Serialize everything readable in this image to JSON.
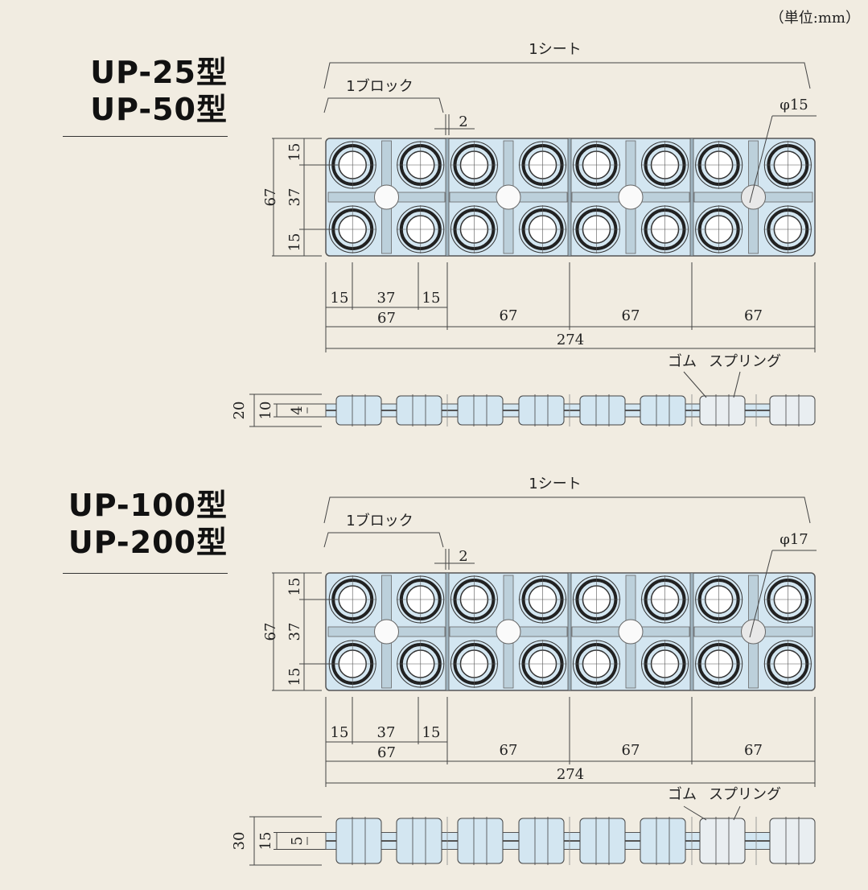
{
  "unit_label": "（単位:mm）",
  "colors": {
    "background": "#f1ece1",
    "block_fill": "#d3e6f1",
    "line": "#333333"
  },
  "sections": [
    {
      "titles": [
        "UP-25型",
        "UP-50型"
      ],
      "sheet_label": "1シート",
      "block_label": "1ブロック",
      "gap_label": "2",
      "hole_label": "φ15",
      "height_dims": {
        "total": "67",
        "top": "15",
        "middle": "37",
        "bottom": "15"
      },
      "width_dims": {
        "left": "15",
        "middle": "37",
        "right": "15",
        "blocks": [
          "67",
          "67",
          "67",
          "67"
        ],
        "total": "274"
      },
      "side_labels": {
        "rubber": "ゴム",
        "spring": "スプリング"
      },
      "side_dims": [
        "20",
        "10",
        "4"
      ]
    },
    {
      "titles": [
        "UP-100型",
        "UP-200型"
      ],
      "sheet_label": "1シート",
      "block_label": "1ブロック",
      "gap_label": "2",
      "hole_label": "φ17",
      "height_dims": {
        "total": "67",
        "top": "15",
        "middle": "37",
        "bottom": "15"
      },
      "width_dims": {
        "left": "15",
        "middle": "37",
        "right": "15",
        "blocks": [
          "67",
          "67",
          "67",
          "67"
        ],
        "total": "274"
      },
      "side_labels": {
        "rubber": "ゴム",
        "spring": "スプリング"
      },
      "side_dims": [
        "30",
        "15",
        "5"
      ]
    }
  ]
}
